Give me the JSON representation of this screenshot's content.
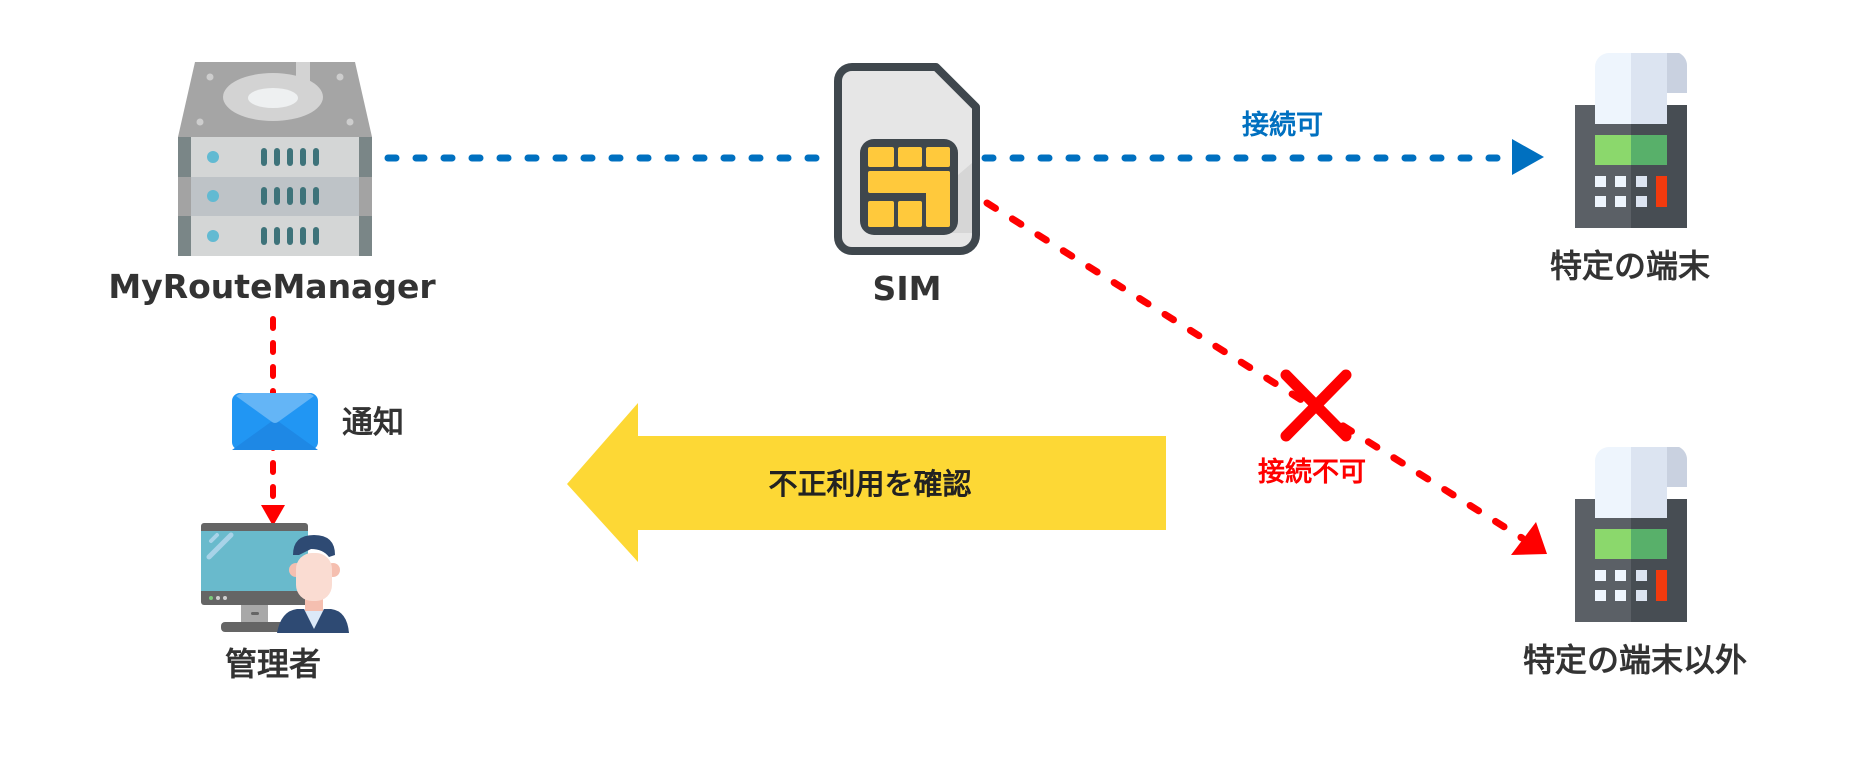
{
  "nodes": {
    "server": {
      "label": "MyRouteManager",
      "icon": "server-icon"
    },
    "sim": {
      "label": "SIM",
      "icon": "sim-card-icon"
    },
    "terminal_allowed": {
      "label": "特定の端末",
      "icon": "payment-terminal-icon"
    },
    "terminal_other": {
      "label": "特定の端末以外",
      "icon": "payment-terminal-icon"
    },
    "admin": {
      "label": "管理者",
      "icon": "admin-computer-icon"
    }
  },
  "edges": {
    "connect_ok": {
      "label": "接続可",
      "color": "#0070C0"
    },
    "connect_ng": {
      "label": "接続不可",
      "color": "#FF0000"
    },
    "notify": {
      "label": "通知",
      "icon": "mail-envelope-icon",
      "color": "#FF0000"
    }
  },
  "banner": {
    "label": "不正利用を確認",
    "color": "#FDD835"
  },
  "colors": {
    "text": "#333333",
    "blue": "#0070C0",
    "red": "#FF0000",
    "yellow": "#FDD835"
  }
}
